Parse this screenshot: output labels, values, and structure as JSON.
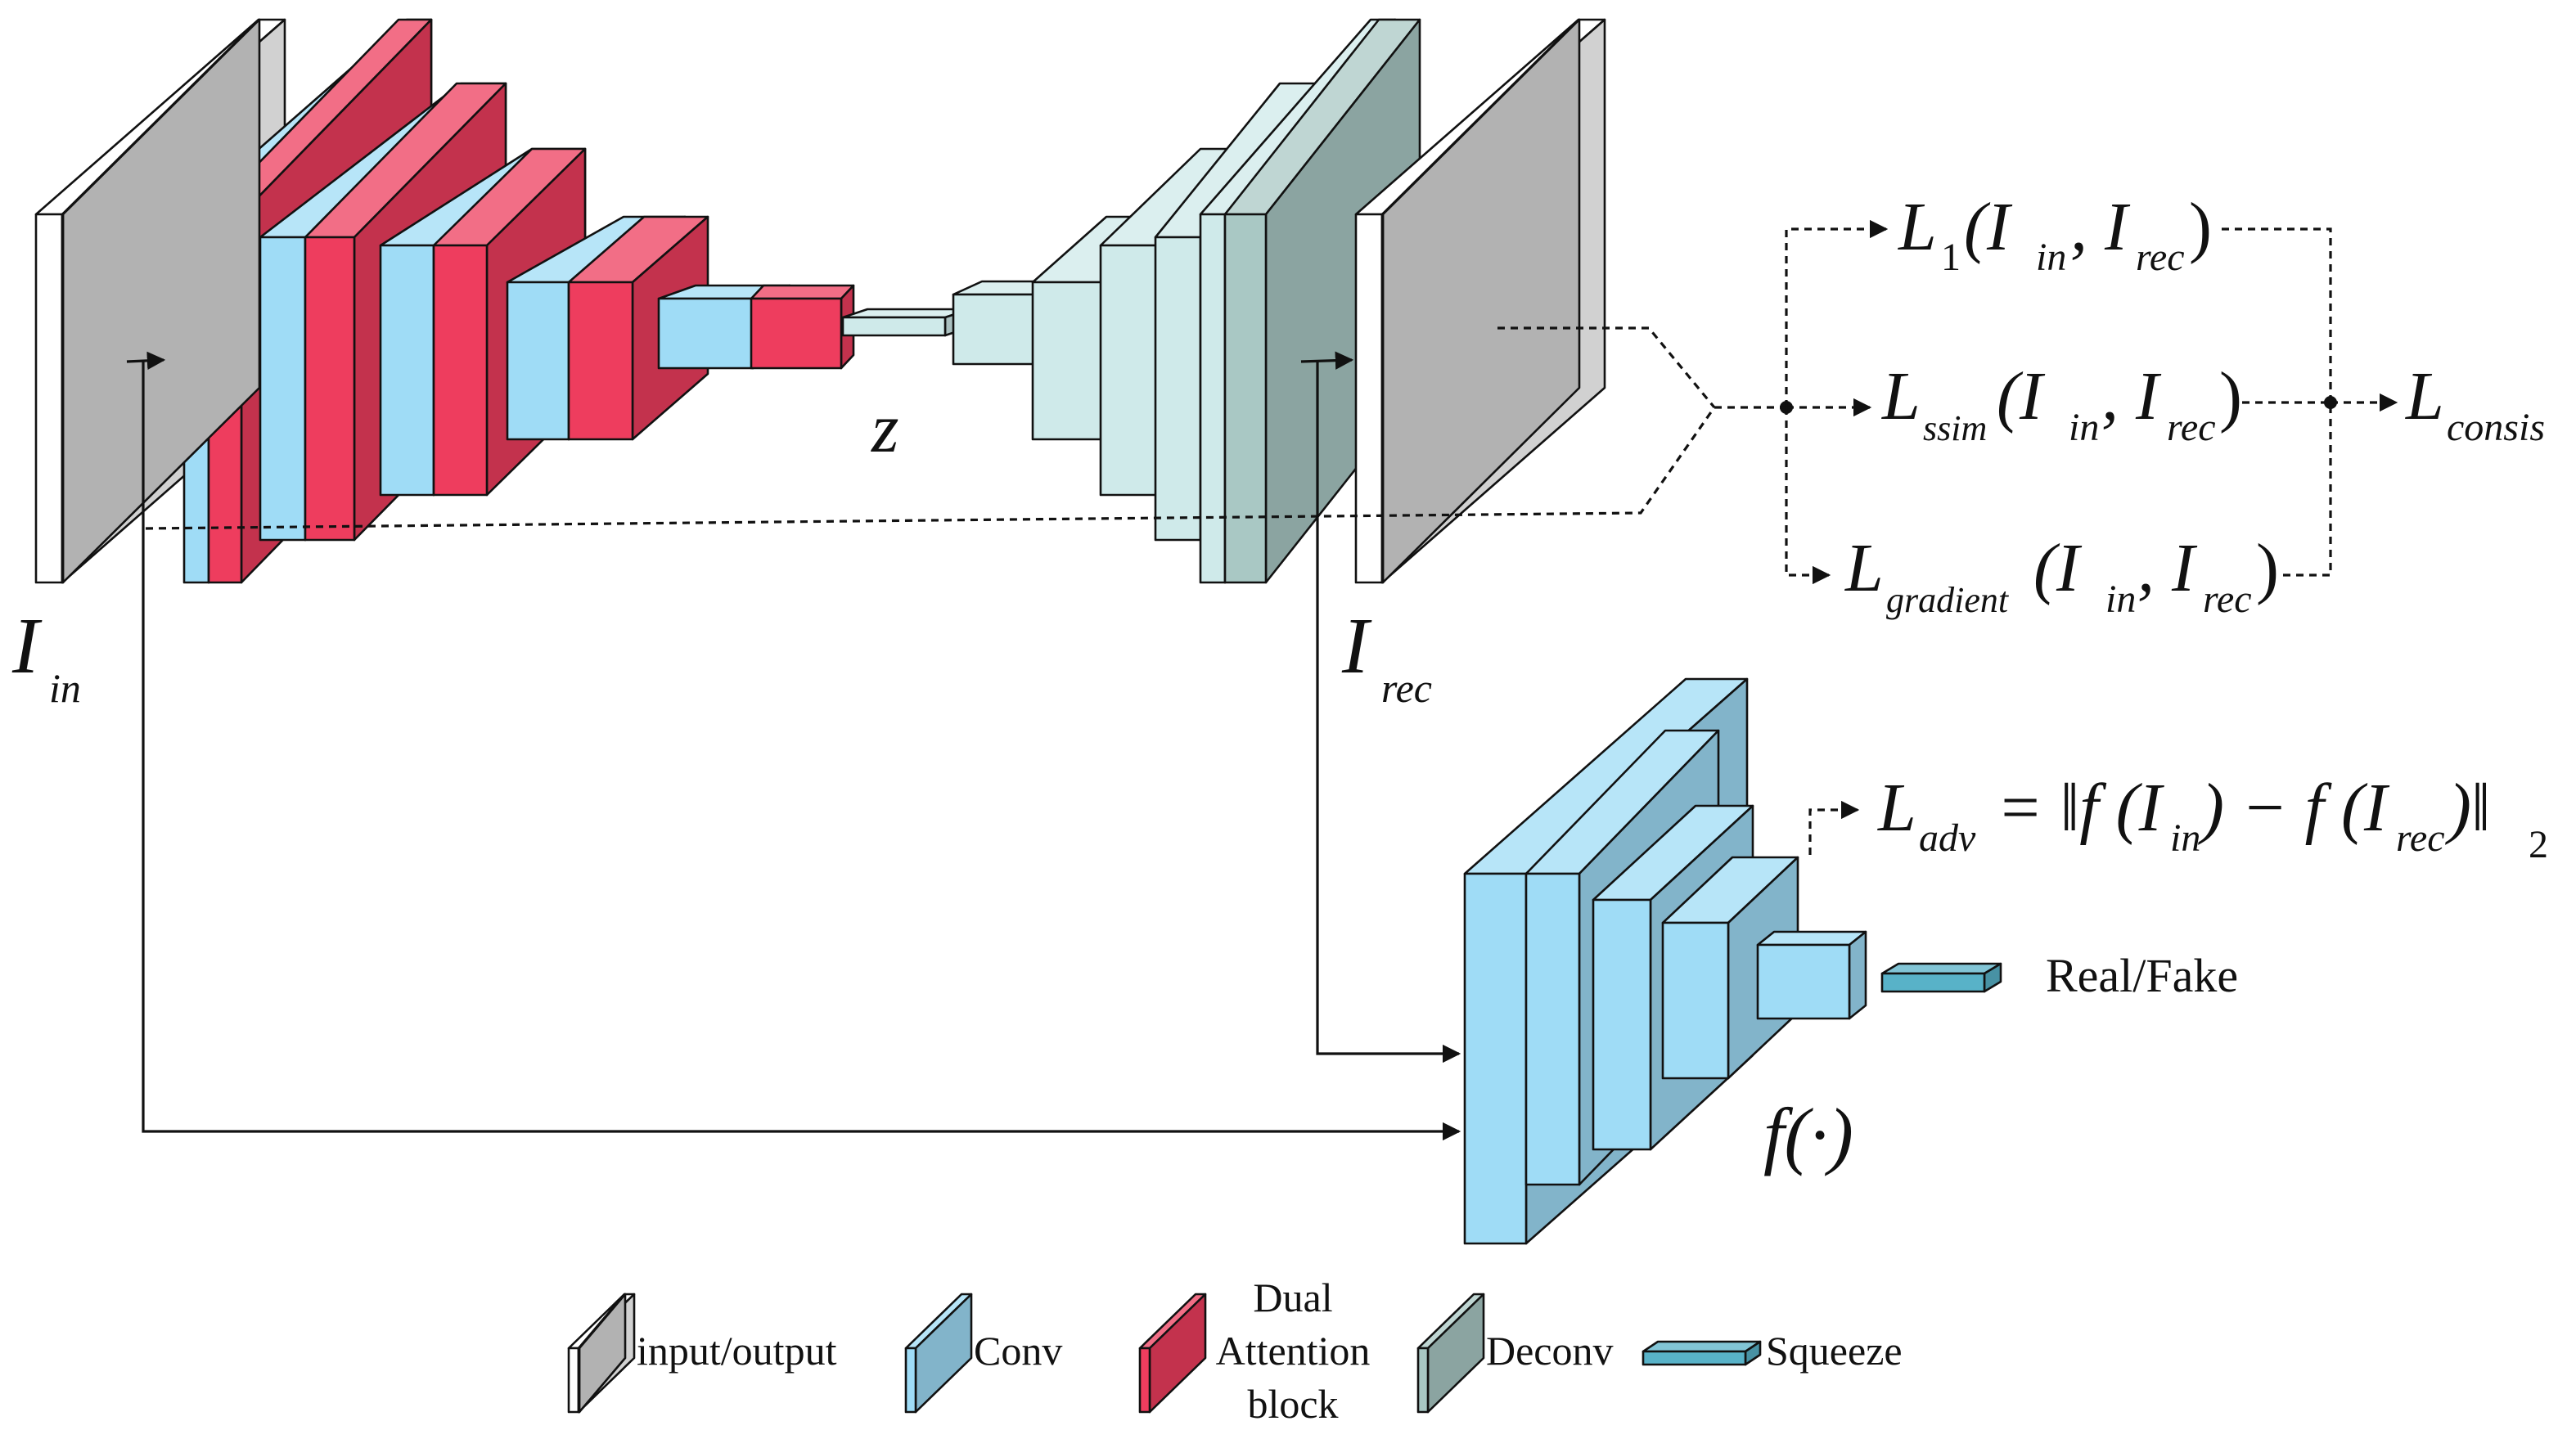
{
  "colors": {
    "input_output": "#d9d9d9",
    "conv": "#9fdcf6",
    "dual_attention": "#ee3d5e",
    "deconv": "#cfeaea",
    "deconv_dark": "#a9c8c4",
    "squeeze": "#58b2c8"
  },
  "labels": {
    "input_main": "I",
    "input_sub": "in",
    "rec_main": "I",
    "rec_sub": "rec",
    "latent": "z",
    "discriminator": "f(·)",
    "real_fake": "Real/Fake"
  },
  "losses": {
    "l1": {
      "main": "L",
      "sub": "1",
      "args": "(I",
      "arg1_sub": "in",
      "sep": ", I",
      "arg2_sub": "rec",
      "close": ")"
    },
    "ssim": {
      "main": "L",
      "sub": "ssim",
      "args": "(I",
      "arg1_sub": "in",
      "sep": ", I",
      "arg2_sub": "rec",
      "close": ")"
    },
    "gradient": {
      "main": "L",
      "sub": "gradient",
      "args": "(I",
      "arg1_sub": "in",
      "sep": ", I",
      "arg2_sub": "rec",
      "close": ")"
    },
    "consis": {
      "main": "L",
      "sub": "consis"
    },
    "adv": {
      "main": "L",
      "sub": "adv",
      "eq": "= ‖f (I",
      "a1": "in",
      "mid": ") − f (I",
      "a2": "rec",
      "close": ")‖",
      "norm": "2"
    }
  },
  "legend": [
    {
      "key": "input_output",
      "label": "input/output"
    },
    {
      "key": "conv",
      "label": "Conv"
    },
    {
      "key": "dual_attention",
      "label": "Dual Attention block",
      "lines": [
        "Dual",
        "Attention",
        "block"
      ]
    },
    {
      "key": "deconv",
      "label": "Deconv"
    },
    {
      "key": "squeeze",
      "label": "Squeeze"
    }
  ]
}
